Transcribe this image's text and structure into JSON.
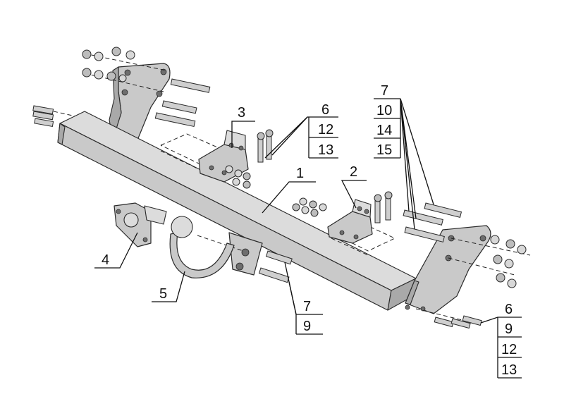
{
  "callouts": {
    "c1": "1",
    "c2": "2",
    "c3": "3",
    "c4": "4",
    "c5": "5",
    "c6a": "6",
    "c12a": "12",
    "c13a": "13",
    "c7a": "7",
    "c10": "10",
    "c14": "14",
    "c15": "15",
    "c7b": "7",
    "c9b": "9",
    "c6b": "6",
    "c9c": "9",
    "c12b": "12",
    "c13b": "13"
  }
}
